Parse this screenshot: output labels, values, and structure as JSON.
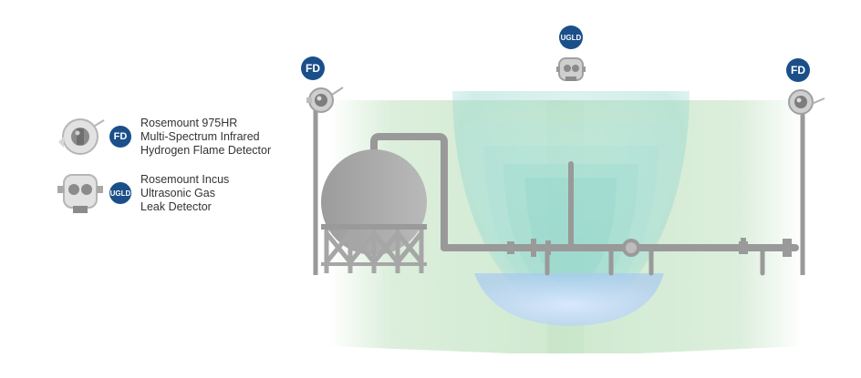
{
  "legend": [
    {
      "badge": "FD",
      "lines": [
        "Rosemount 975HR",
        "Multi-Spectrum Infrared",
        "Hydrogen Flame Detector"
      ]
    },
    {
      "badge": "UGLD",
      "lines": [
        "Rosemount Incus",
        "Ultrasonic Gas",
        "Leak Detector"
      ]
    }
  ],
  "scene_badges": {
    "left_detector": "FD",
    "center_detector": "UGLD",
    "right_detector": "FD"
  },
  "colors": {
    "badge": "#1b4f8a",
    "pipe": "#9a9a9a",
    "tank": "#a3a3a3",
    "flame_coverage": "#cfe8cf",
    "ultrasonic_coverage": "#8fd6d0",
    "ultrasonic_core": "#a9c9f0"
  }
}
